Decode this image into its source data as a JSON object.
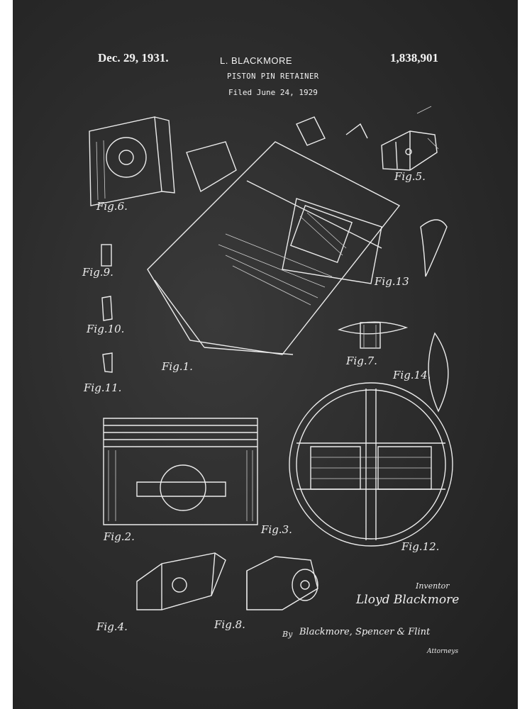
{
  "header": {
    "date": "Dec. 29, 1931.",
    "inventor": "L. BLACKMORE",
    "patent_number": "1,838,901",
    "title": "PISTON PIN RETAINER",
    "filed": "Filed June 24, 1929"
  },
  "figures": {
    "fig1": "Fig.1.",
    "fig2": "Fig.2.",
    "fig3": "Fig.3.",
    "fig4": "Fig.4.",
    "fig5": "Fig.5.",
    "fig6": "Fig.6.",
    "fig7": "Fig.7.",
    "fig8": "Fig.8.",
    "fig9": "Fig.9.",
    "fig10": "Fig.10.",
    "fig11": "Fig.11.",
    "fig12": "Fig.12.",
    "fig13": "Fig.13",
    "fig14": "Fig.14."
  },
  "signature": {
    "label": "Inventor",
    "name": "Lloyd Blackmore",
    "by": "By",
    "attorneys_signature": "Blackmore, Spencer & Flint",
    "attorneys_label": "Attorneys"
  },
  "colors": {
    "chalkboard": "#2d2d2d",
    "chalk": "#ececec",
    "frame": "#ffffff"
  }
}
